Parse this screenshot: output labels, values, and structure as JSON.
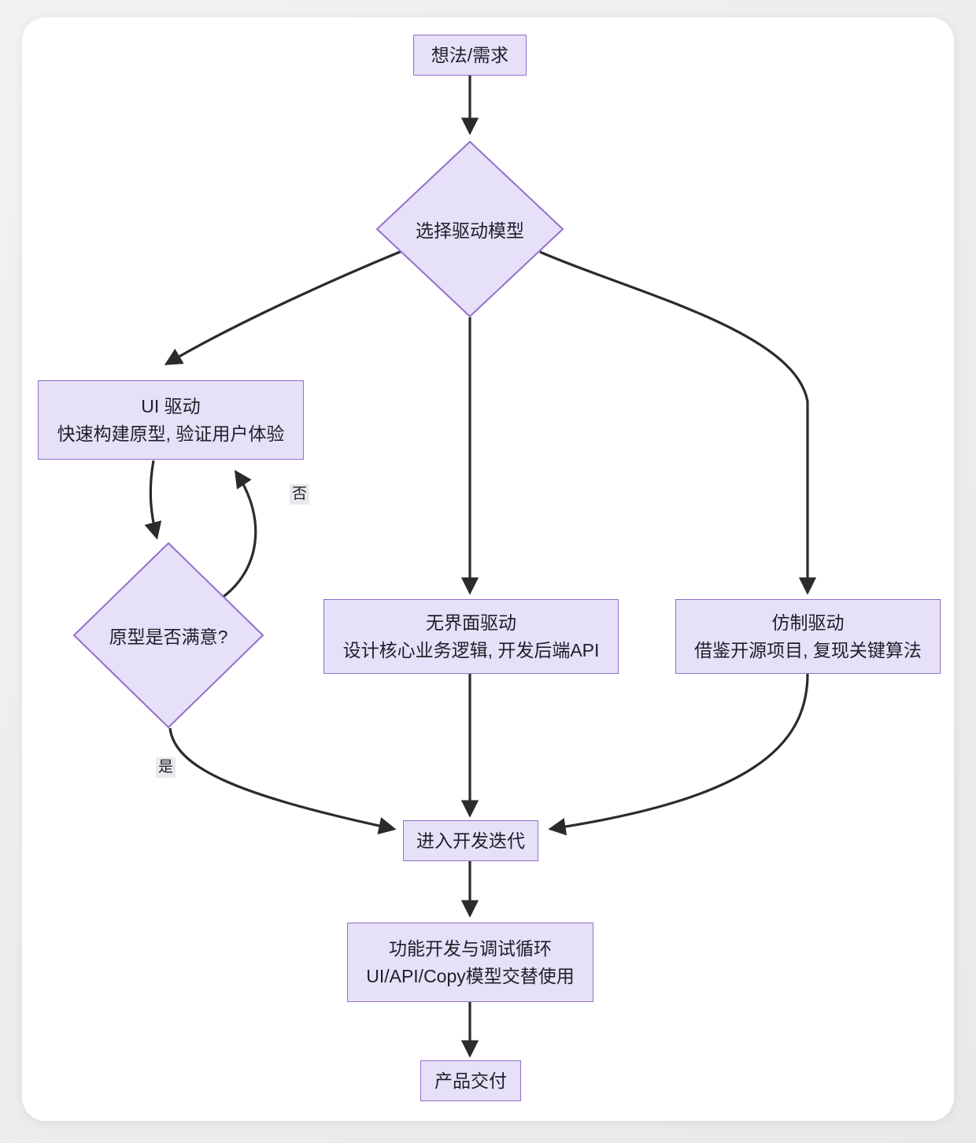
{
  "diagram": {
    "type": "flowchart",
    "direction": "top-down",
    "title": "",
    "colors": {
      "node_fill": "#e6e0f8",
      "node_border": "#9370c8",
      "edge_stroke": "#2b2b2b",
      "text": "#1f1f28",
      "canvas": "#ffffff",
      "page_background": "#f0f0f0",
      "edge_label_background": "#e9e9ed"
    },
    "nodes": [
      {
        "id": "idea",
        "shape": "rect",
        "label": "想法/需求"
      },
      {
        "id": "choose",
        "shape": "diamond",
        "label": "选择驱动模型"
      },
      {
        "id": "ui",
        "shape": "rect",
        "label": "UI 驱动",
        "sublabel": "快速构建原型, 验证用户体验"
      },
      {
        "id": "headless",
        "shape": "rect",
        "label": "无界面驱动",
        "sublabel": "设计核心业务逻辑, 开发后端API"
      },
      {
        "id": "clone",
        "shape": "rect",
        "label": "仿制驱动",
        "sublabel": "借鉴开源项目, 复现关键算法"
      },
      {
        "id": "satisfied",
        "shape": "diamond",
        "label": "原型是否满意?"
      },
      {
        "id": "iterate",
        "shape": "rect",
        "label": "进入开发迭代"
      },
      {
        "id": "devloop",
        "shape": "rect",
        "label": "功能开发与调试循环",
        "sublabel": "UI/API/Copy模型交替使用"
      },
      {
        "id": "deliver",
        "shape": "rect",
        "label": "产品交付"
      }
    ],
    "edges": [
      {
        "from": "idea",
        "to": "choose",
        "label": ""
      },
      {
        "from": "choose",
        "to": "ui",
        "label": ""
      },
      {
        "from": "choose",
        "to": "headless",
        "label": ""
      },
      {
        "from": "choose",
        "to": "clone",
        "label": ""
      },
      {
        "from": "ui",
        "to": "satisfied",
        "label": ""
      },
      {
        "from": "satisfied",
        "to": "ui",
        "label": "否"
      },
      {
        "from": "satisfied",
        "to": "iterate",
        "label": "是"
      },
      {
        "from": "headless",
        "to": "iterate",
        "label": ""
      },
      {
        "from": "clone",
        "to": "iterate",
        "label": ""
      },
      {
        "from": "iterate",
        "to": "devloop",
        "label": ""
      },
      {
        "from": "devloop",
        "to": "deliver",
        "label": ""
      }
    ],
    "edge_labels": {
      "no": "否",
      "yes": "是"
    }
  }
}
